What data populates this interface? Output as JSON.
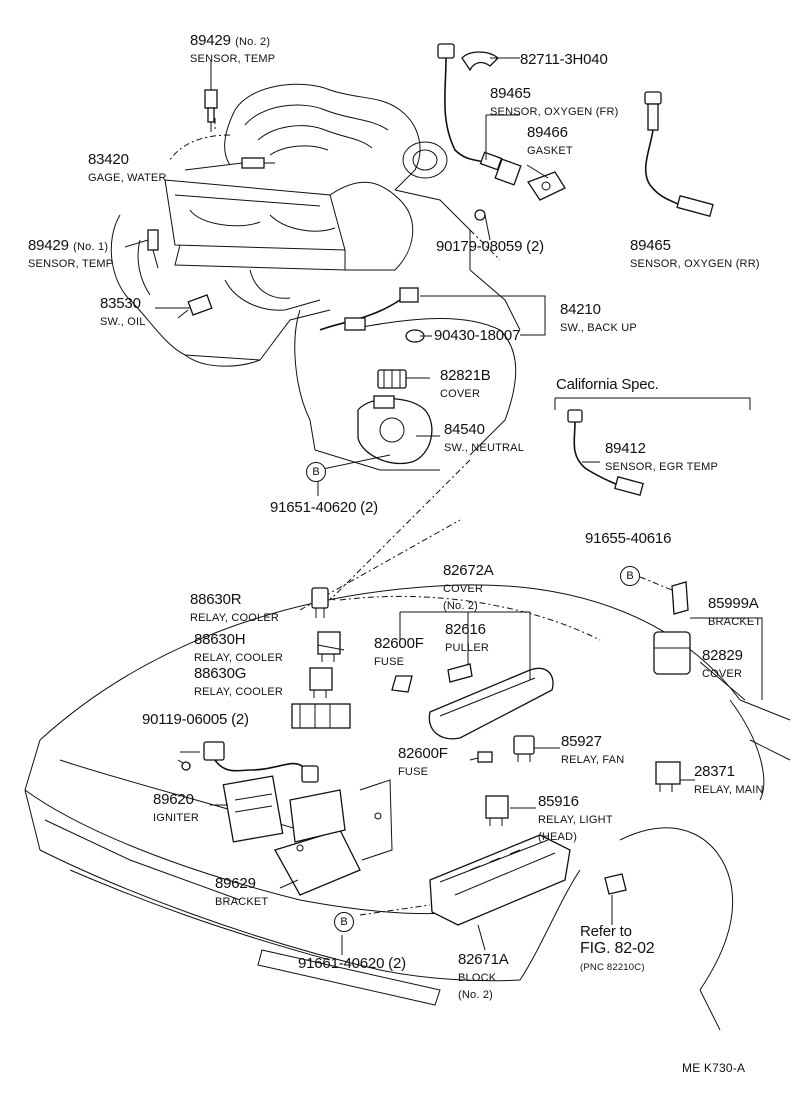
{
  "parts": [
    {
      "id": "p1",
      "number": "89429",
      "note": "(No. 2)",
      "desc": "SENSOR, TEMP"
    },
    {
      "id": "p2",
      "number": "82711-3H040",
      "note": "",
      "desc": ""
    },
    {
      "id": "p3",
      "number": "89465",
      "note": "",
      "desc": "SENSOR, OXYGEN (FR)"
    },
    {
      "id": "p4",
      "number": "89466",
      "note": "",
      "desc": "GASKET"
    },
    {
      "id": "p5",
      "number": "83420",
      "note": "",
      "desc": "GAGE, WATER"
    },
    {
      "id": "p6",
      "number": "89429",
      "note": "(No. 1)",
      "desc": "SENSOR, TEMP"
    },
    {
      "id": "p7",
      "number": "90179-08059 (2)",
      "note": "",
      "desc": ""
    },
    {
      "id": "p8",
      "number": "89465",
      "note": "",
      "desc": "SENSOR, OXYGEN (RR)"
    },
    {
      "id": "p9",
      "number": "83530",
      "note": "",
      "desc": "SW., OIL"
    },
    {
      "id": "p10",
      "number": "84210",
      "note": "",
      "desc": "SW., BACK UP"
    },
    {
      "id": "p11",
      "number": "90430-18007",
      "note": "",
      "desc": ""
    },
    {
      "id": "p12",
      "number": "82821B",
      "note": "",
      "desc": "COVER"
    },
    {
      "id": "p13",
      "number": "84540",
      "note": "",
      "desc": "SW., NEUTRAL"
    },
    {
      "id": "p14",
      "number": "91651-40620 (2)",
      "note": "",
      "desc": ""
    },
    {
      "id": "p15",
      "number": "89412",
      "note": "",
      "desc": "SENSOR, EGR TEMP"
    },
    {
      "id": "p16",
      "number": "91655-40616",
      "note": "",
      "desc": ""
    },
    {
      "id": "p17",
      "number": "82672A",
      "note": "(No. 2)",
      "desc": "COVER"
    },
    {
      "id": "p18",
      "number": "88630R",
      "note": "",
      "desc": "RELAY, COOLER"
    },
    {
      "id": "p19",
      "number": "85999A",
      "note": "",
      "desc": "BRACKET"
    },
    {
      "id": "p20",
      "number": "88630H",
      "note": "",
      "desc": "RELAY, COOLER"
    },
    {
      "id": "p21",
      "number": "82600F",
      "note": "",
      "desc": "FUSE"
    },
    {
      "id": "p22",
      "number": "82616",
      "note": "",
      "desc": "PULLER"
    },
    {
      "id": "p23",
      "number": "82829",
      "note": "",
      "desc": "COVER"
    },
    {
      "id": "p24",
      "number": "88630G",
      "note": "",
      "desc": "RELAY, COOLER"
    },
    {
      "id": "p25",
      "number": "90119-06005 (2)",
      "note": "",
      "desc": ""
    },
    {
      "id": "p26",
      "number": "85927",
      "note": "",
      "desc": "RELAY, FAN"
    },
    {
      "id": "p27",
      "number": "82600F",
      "note": "",
      "desc": "FUSE"
    },
    {
      "id": "p28",
      "number": "28371",
      "note": "",
      "desc": "RELAY, MAIN"
    },
    {
      "id": "p29",
      "number": "89620",
      "note": "",
      "desc": "IGNITER"
    },
    {
      "id": "p30",
      "number": "85916",
      "note": "(HEAD)",
      "desc": "RELAY, LIGHT"
    },
    {
      "id": "p31",
      "number": "89629",
      "note": "",
      "desc": "BRACKET"
    },
    {
      "id": "p32",
      "number": "91661-40620 (2)",
      "note": "",
      "desc": ""
    },
    {
      "id": "p33",
      "number": "82671A",
      "note": "(No. 2)",
      "desc": "BLOCK"
    }
  ],
  "callout_letter": "B",
  "california_spec": "California Spec.",
  "refer": {
    "line1": "Refer to",
    "line2": "FIG. 82-02",
    "line3": "(PNC 82210C)"
  },
  "footer": "ME  K730-A"
}
